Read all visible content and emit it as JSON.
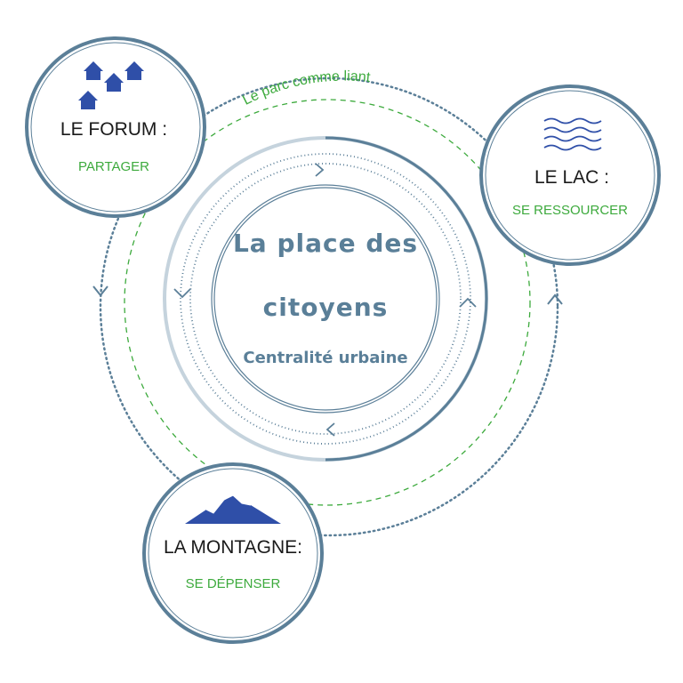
{
  "center": {
    "line1": "La place des",
    "line2": "citoyens",
    "subtitle": "Centralité urbaine"
  },
  "link_label": "Le parc comme liant",
  "nodes": {
    "forum": {
      "title": "LE FORUM :",
      "subtitle": "PARTAGER",
      "icon": "houses-icon"
    },
    "lac": {
      "title": "LE LAC :",
      "subtitle": "SE RESSOURCER",
      "icon": "waves-icon"
    },
    "montagne": {
      "title": "LA MONTAGNE:",
      "subtitle": "SE DÉPENSER",
      "icon": "mountain-icon"
    }
  },
  "colors": {
    "ring": "#5b7f98",
    "light_ring": "#c5d3dd",
    "green": "#3daa3d",
    "icon_blue": "#2f4fa8"
  }
}
